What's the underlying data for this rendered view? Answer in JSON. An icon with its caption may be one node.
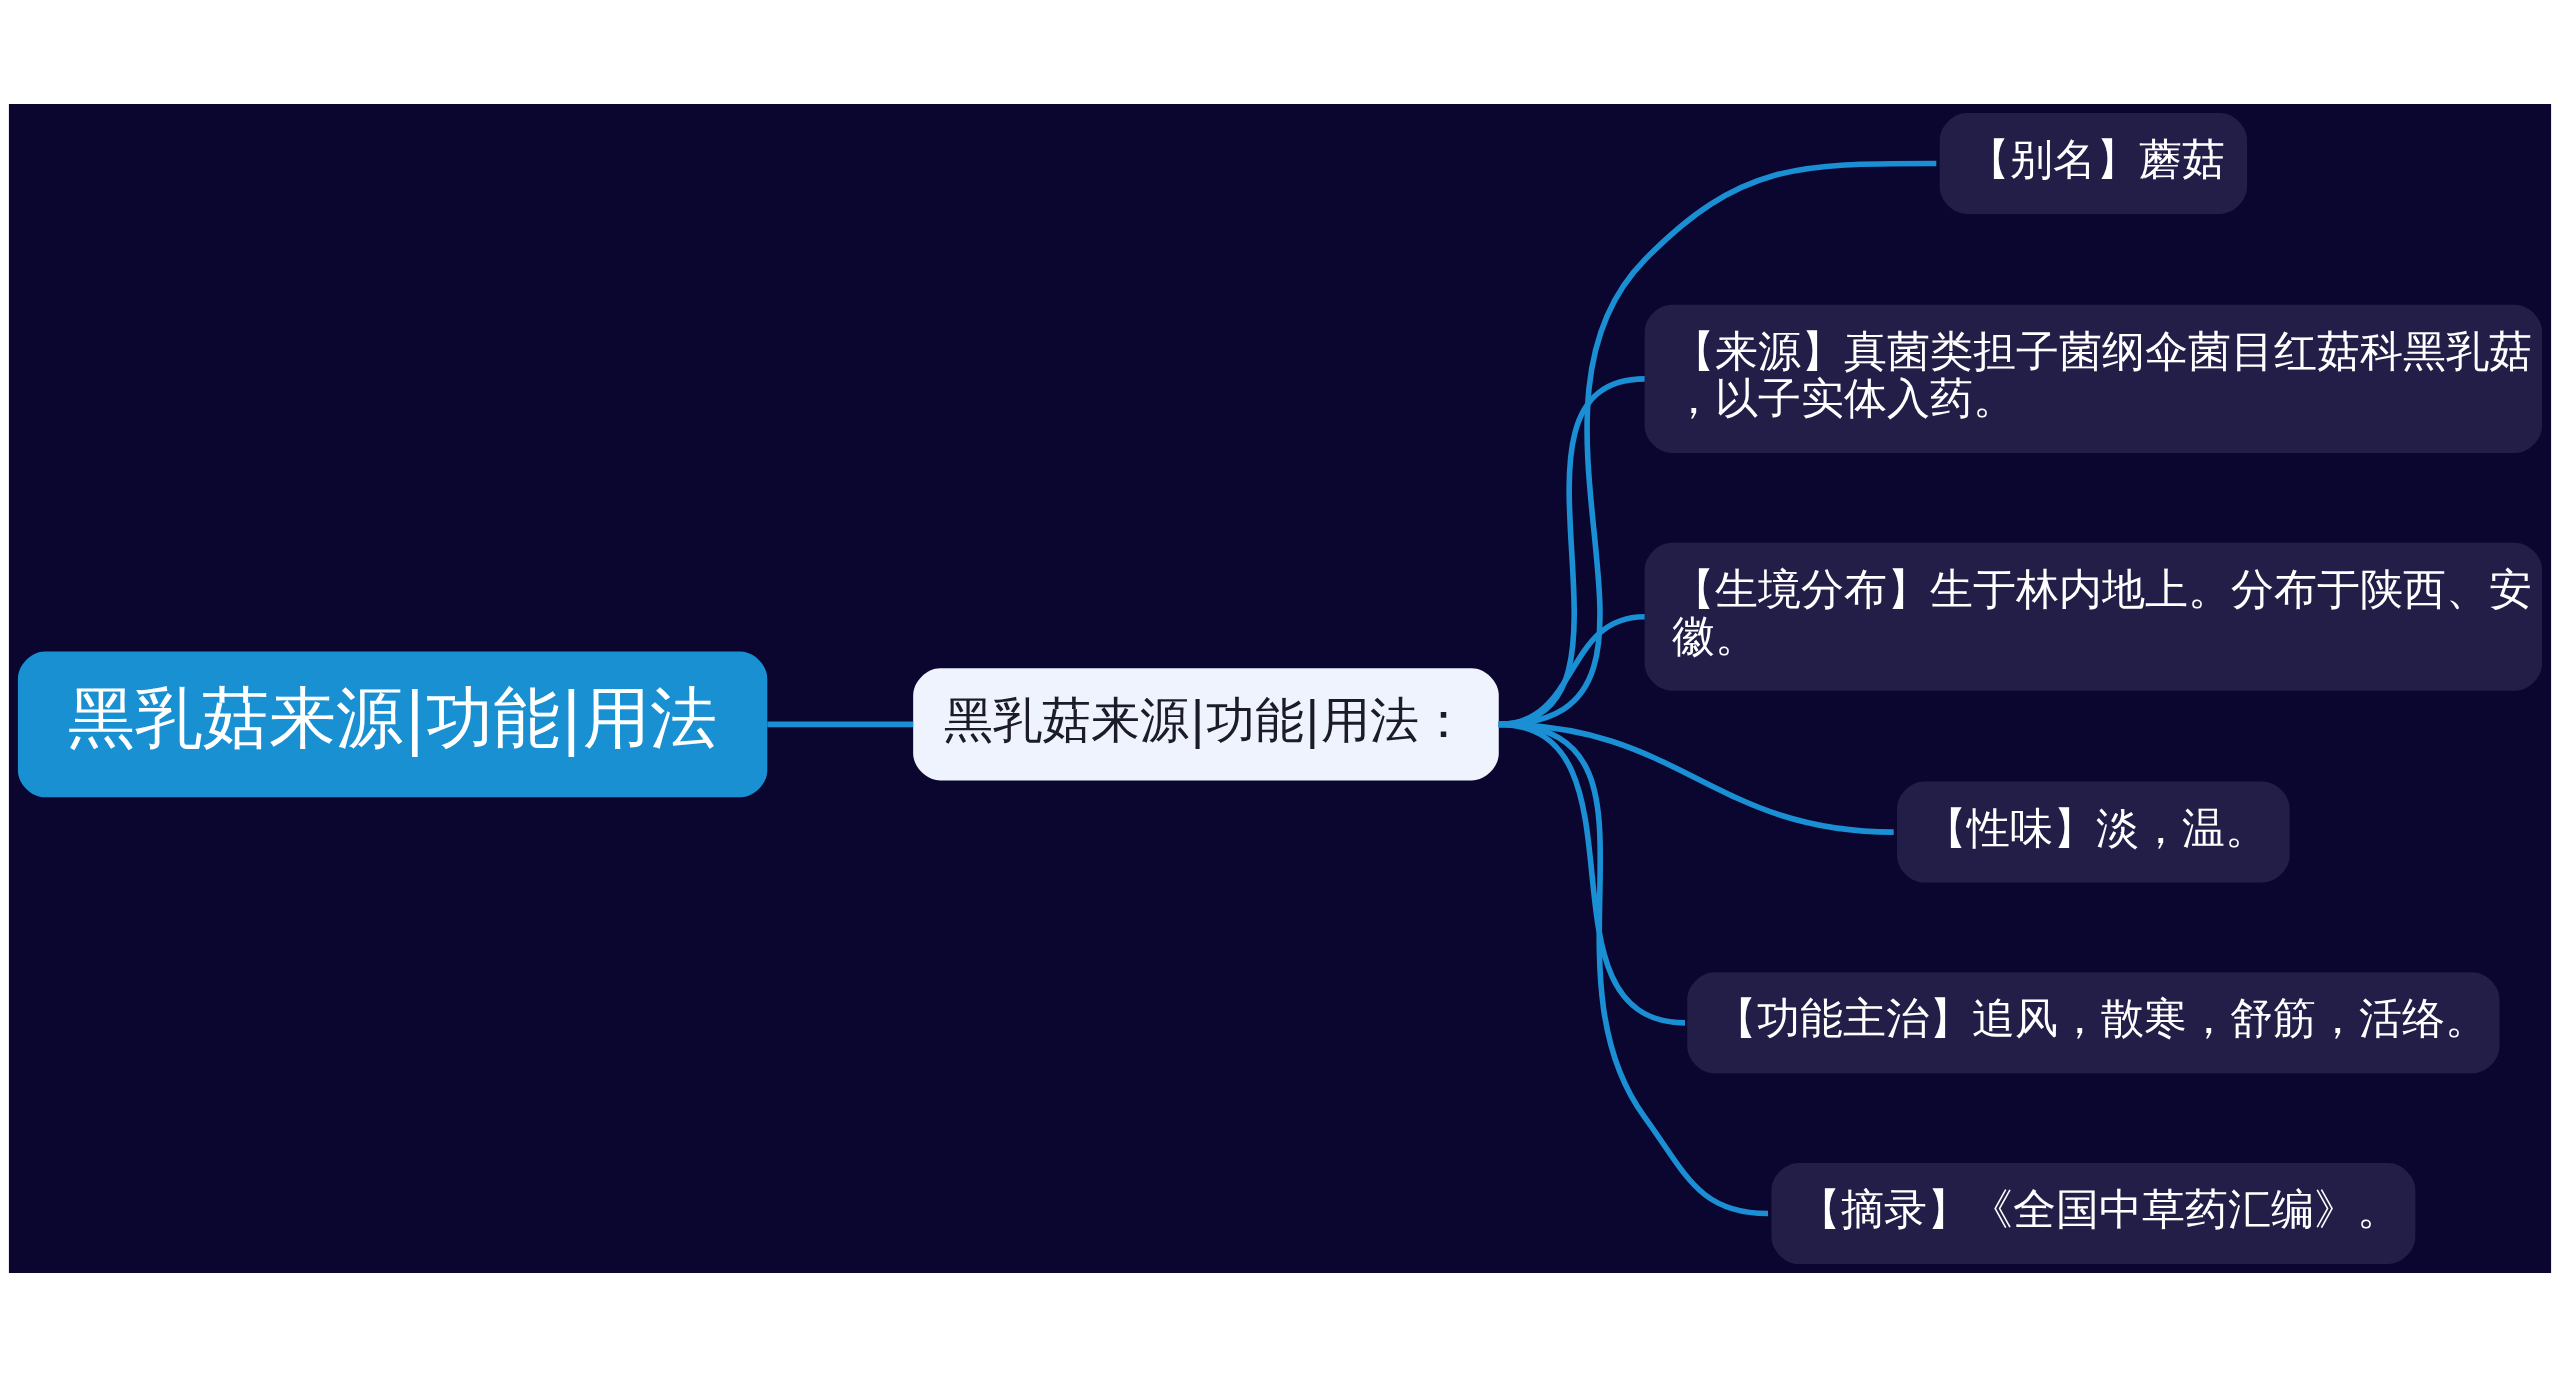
{
  "diagram": {
    "nodes": [
      {
        "text": [
          "黑乳菇来源|功能|用法"
        ]
      },
      {
        "text": [
          "黑乳菇来源|功能|用法："
        ]
      },
      {
        "text": [
          "【别名】蘑菇"
        ]
      },
      {
        "text": [
          "【来源】真菌类担子菌纲伞菌目红菇科黑乳菇，以子实体入药。"
        ]
      },
      {
        "text": [
          "【生境分布】生于林内地上。分布于陕西、安徽。"
        ]
      },
      {
        "text": [
          "【性味】淡，温。"
        ]
      },
      {
        "text": [
          "【功能主治】追风，散寒，舒筋，活络。"
        ]
      },
      {
        "text": [
          "【摘录】《全国中草药汇编》。"
        ]
      }
    ],
    "edges": [
      {
        "from": 0,
        "to": 1,
        "arrow": "none"
      },
      {
        "from": 1,
        "to": 2,
        "arrow": "none"
      },
      {
        "from": 1,
        "to": 3,
        "arrow": "none"
      },
      {
        "from": 1,
        "to": 4,
        "arrow": "none"
      },
      {
        "from": 1,
        "to": 5,
        "arrow": "none"
      },
      {
        "from": 1,
        "to": 6,
        "arrow": "none"
      },
      {
        "from": 1,
        "to": 7,
        "arrow": "none"
      }
    ]
  }
}
